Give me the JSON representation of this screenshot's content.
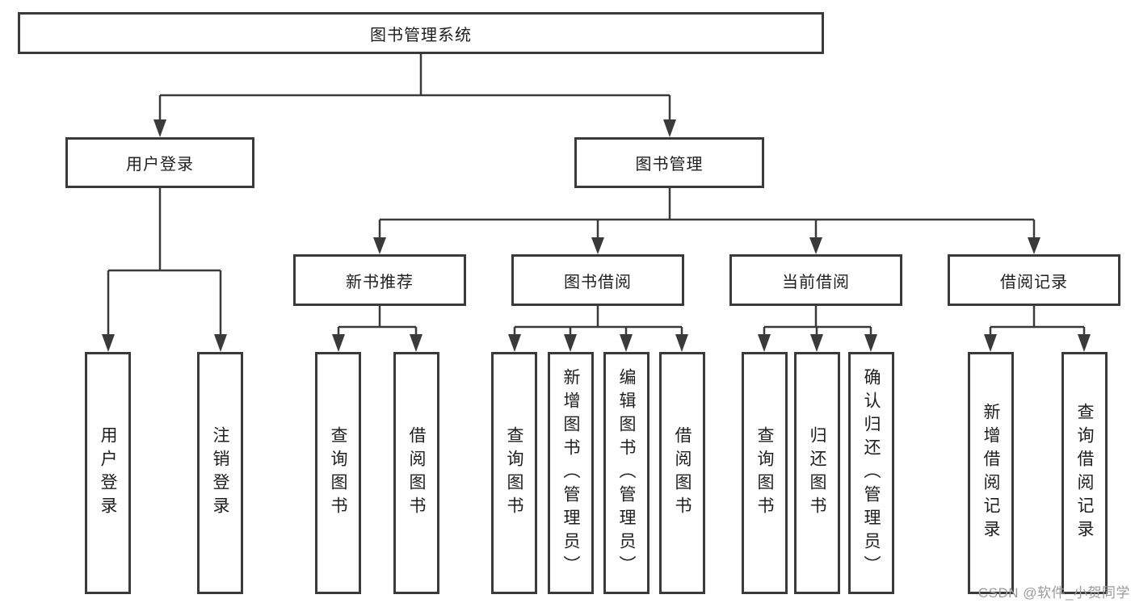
{
  "colors": {
    "bg": "#ffffff",
    "line": "#3a3a3a",
    "text": "#1e1e1e",
    "watermark": "#9b9b9b"
  },
  "root": {
    "label": "图书管理系统"
  },
  "user_login": {
    "label": "用户登录",
    "children": [
      "用户登录",
      "注销登录"
    ]
  },
  "book_mgmt": {
    "label": "图书管理"
  },
  "new_book": {
    "label": "新书推荐",
    "children": [
      "查询图书",
      "借阅图书"
    ]
  },
  "book_borrow": {
    "label": "图书借阅",
    "children": [
      "查询图书",
      "新增图书（管理员）",
      "编辑图书（管理员）",
      "借阅图书"
    ]
  },
  "current_borrow": {
    "label": "当前借阅",
    "children": [
      "查询图书",
      "归还图书",
      "确认归还（管理员）"
    ]
  },
  "borrow_record": {
    "label": "借阅记录",
    "children": [
      "新增借阅记录",
      "查询借阅记录"
    ]
  },
  "watermark": "CSDN @软件_小贺同学"
}
